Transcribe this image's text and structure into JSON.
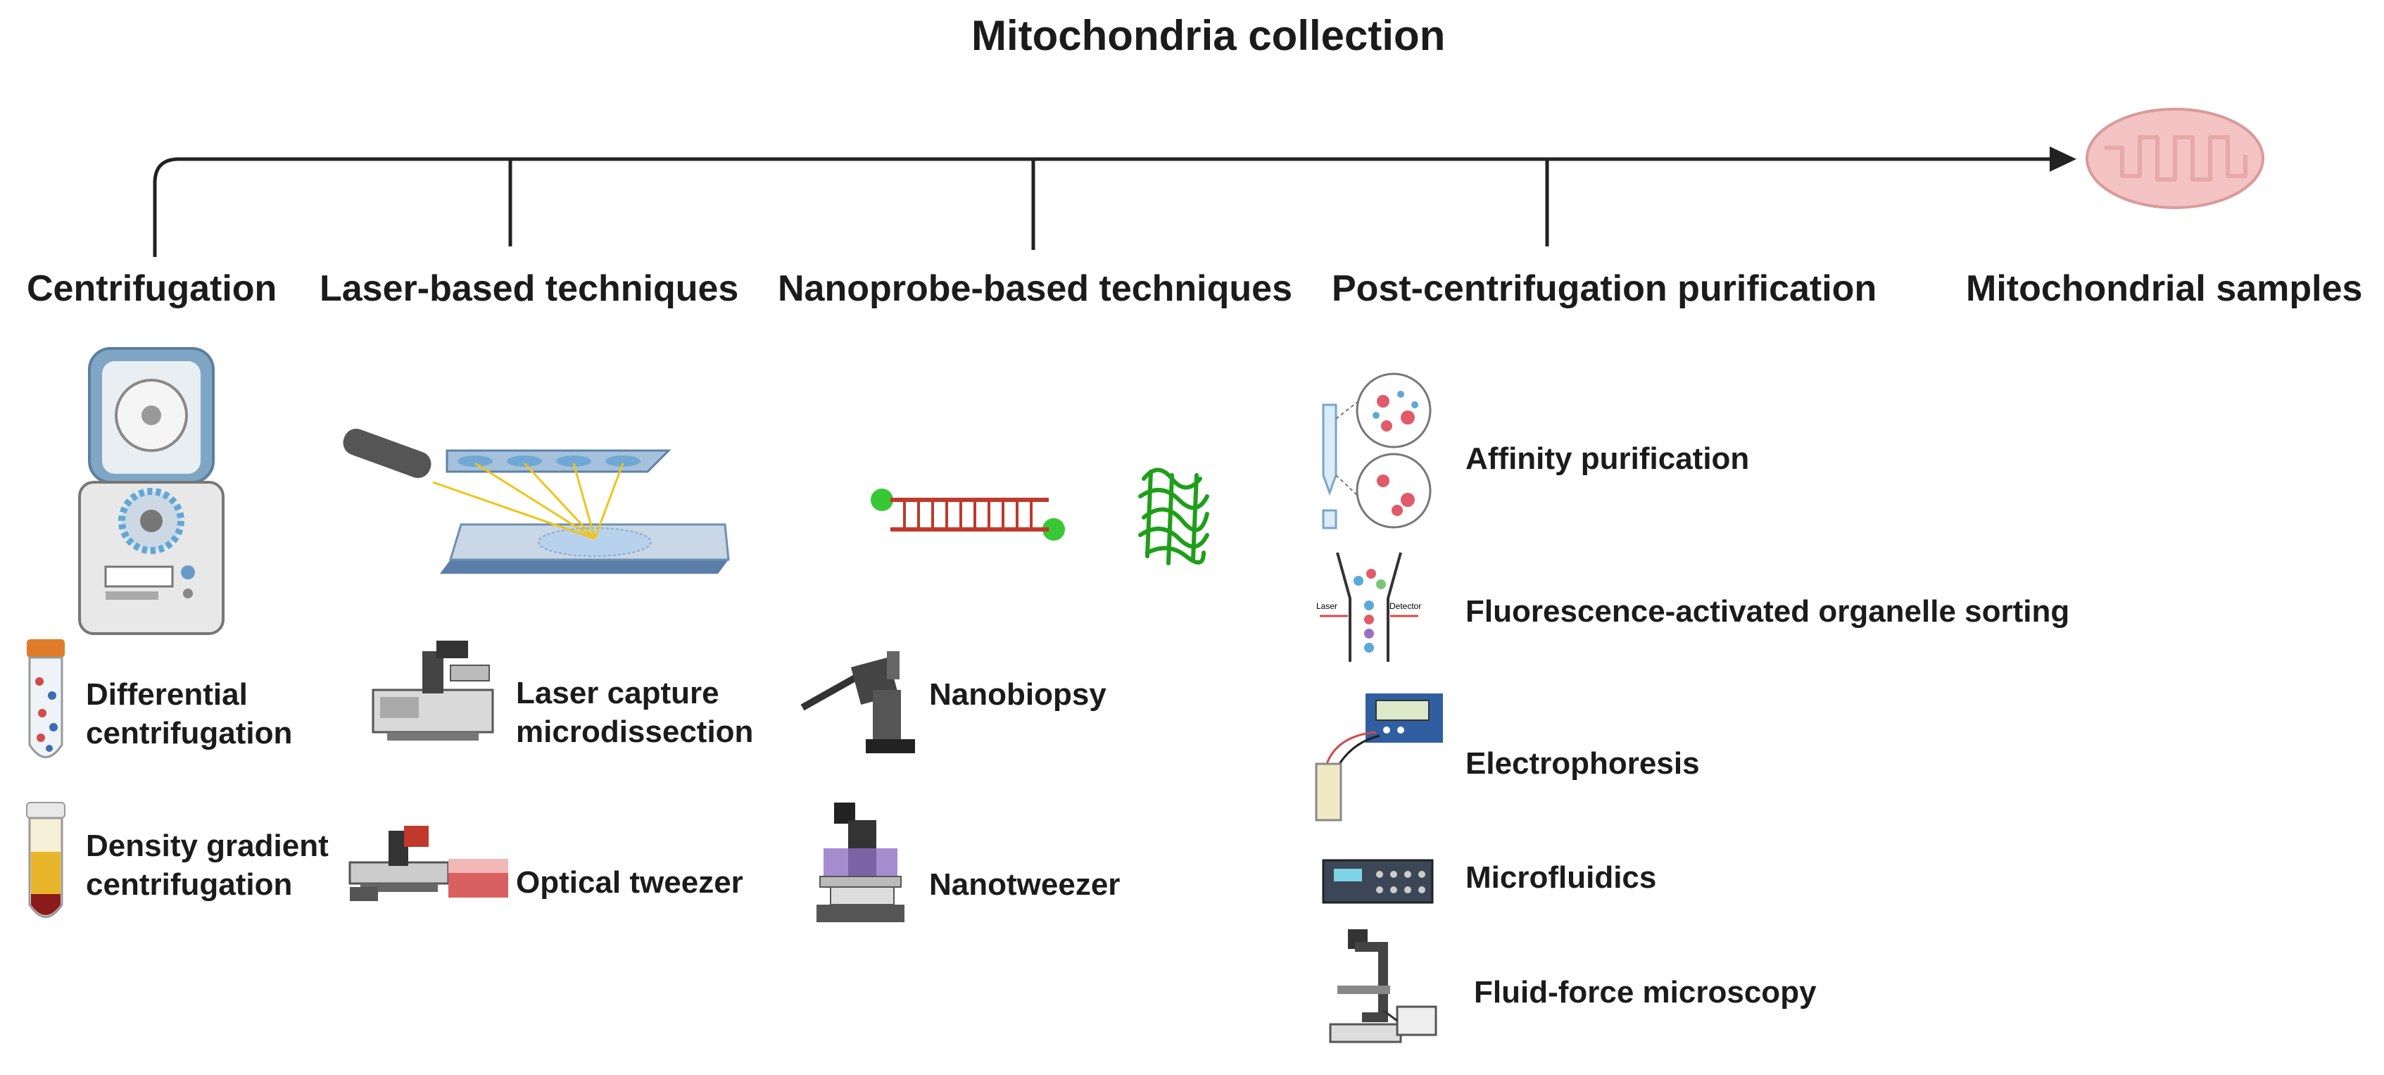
{
  "title": "Mitochondria collection",
  "categories": {
    "centrifugation": "Centrifugation",
    "laser": "Laser-based techniques",
    "nanoprobe": "Nanoprobe-based techniques",
    "post": "Post-centrifugation purification",
    "samples": "Mitochondrial samples"
  },
  "methods": {
    "differential_l1": "Differential",
    "differential_l2": "centrifugation",
    "density_l1": "Density gradient",
    "density_l2": "centrifugation",
    "lcm_l1": "Laser capture",
    "lcm_l2": "microdissection",
    "optical_tweezer": "Optical tweezer",
    "nanobiopsy": "Nanobiopsy",
    "nanotweezer": "Nanotweezer",
    "affinity": "Affinity purification",
    "facs": "Fluorescence-activated organelle sorting",
    "electrophoresis": "Electrophoresis",
    "microfluidics": "Microfluidics",
    "ffm": "Fluid-force microscopy"
  },
  "facs_labels": {
    "laser": "Laser",
    "detector": "Detector"
  },
  "icons": [
    "centrifuge-icon",
    "laser-slide-icon",
    "dna-probe-icon",
    "protein-icon",
    "tube-icon",
    "microscope-icon",
    "tweezer-setup-icon",
    "micromanipulator-icon",
    "affinity-icon",
    "sorter-funnel-icon",
    "electrophoresis-icon",
    "microfluidics-icon",
    "mitochondrion-icon"
  ],
  "colors": {
    "line": "#222222",
    "mito": "#f4c3c3",
    "mito_edge": "#d99a9a",
    "probe_green": "#22c21f",
    "dna_red": "#c0392b",
    "panel_blue": "#8fb0cf"
  }
}
